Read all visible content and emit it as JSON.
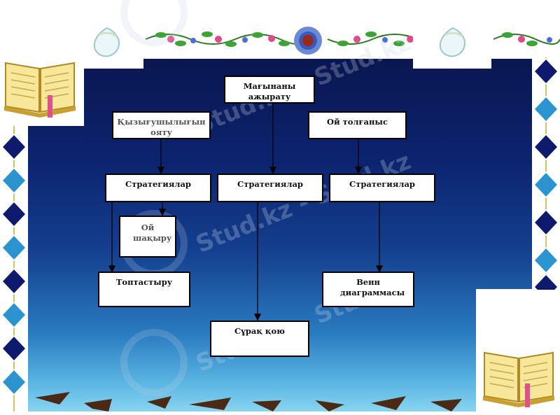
{
  "watermark": "Stud.kz - Stud.kz",
  "diagram": {
    "nodes": {
      "root": "Мағынаны ажырату",
      "interest": "Қызығушылығын ояту",
      "reflection": "Ой толғаныс",
      "strategies_left": "Стратегиялар",
      "strategies_mid": "Стратегиялар",
      "strategies_right": "Стратегиялар",
      "thought_call": "Ой шақыру",
      "grouping": "Топтастыру",
      "question": "Сұрақ қою",
      "venn": "Венн диаграммасы"
    }
  },
  "decorations": {
    "book_icon": "open-book-icon",
    "flower_icon": "flower-garland-icon",
    "diamond_color_dark": "#0d1a6e",
    "diamond_color_light": "#2a93d0",
    "slide_top_color": "#0a1650",
    "slide_bottom_color": "#8ad4f0"
  }
}
